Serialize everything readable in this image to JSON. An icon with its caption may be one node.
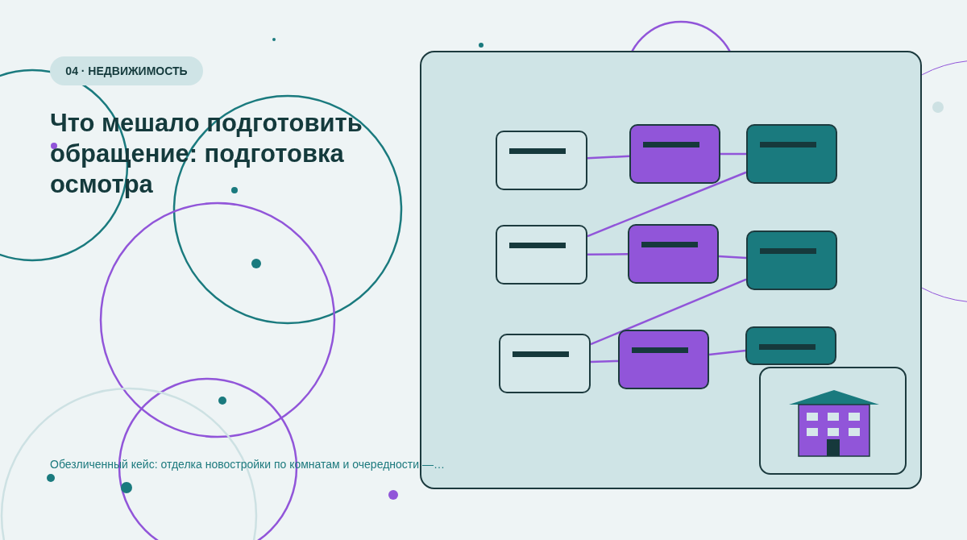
{
  "diagram": {
    "title": "Что мешало подготовить обращение: подготовка осмотра",
    "caption": "Обезличенный кейс: отделка новостройки по комнатам и очередности —…",
    "nodes": [
      {
        "text": [
          "04 · НЕДВИЖИМОСТЬ"
        ]
      },
      {
        "text": [],
        "shape": "box"
      },
      {
        "text": [],
        "shape": "box",
        "in": 1
      },
      {
        "text": [],
        "shape": "box",
        "in": 1
      },
      {
        "text": [],
        "shape": "box",
        "in": 1
      },
      {
        "text": [],
        "shape": "box",
        "in": 1
      },
      {
        "text": [],
        "shape": "box",
        "in": 1
      },
      {
        "text": [],
        "shape": "box",
        "in": 1
      },
      {
        "text": [],
        "shape": "box",
        "in": 1
      },
      {
        "text": [],
        "shape": "box",
        "in": 1
      },
      {
        "text": [],
        "shape": "box",
        "in": 1
      },
      {
        "text": [],
        "shape": "picture",
        "in": 1
      }
    ],
    "edges": [
      {
        "from": 2,
        "to": 3,
        "arrow": "none"
      },
      {
        "from": 3,
        "to": 4,
        "arrow": "none"
      },
      {
        "from": 4,
        "to": 5,
        "arrow": "none"
      },
      {
        "from": 5,
        "to": 6,
        "arrow": "none"
      },
      {
        "from": 6,
        "to": 7,
        "arrow": "none"
      },
      {
        "from": 7,
        "to": 8,
        "arrow": "none"
      },
      {
        "from": 8,
        "to": 9,
        "arrow": "none"
      },
      {
        "from": 9,
        "to": 10,
        "arrow": "none"
      }
    ]
  }
}
